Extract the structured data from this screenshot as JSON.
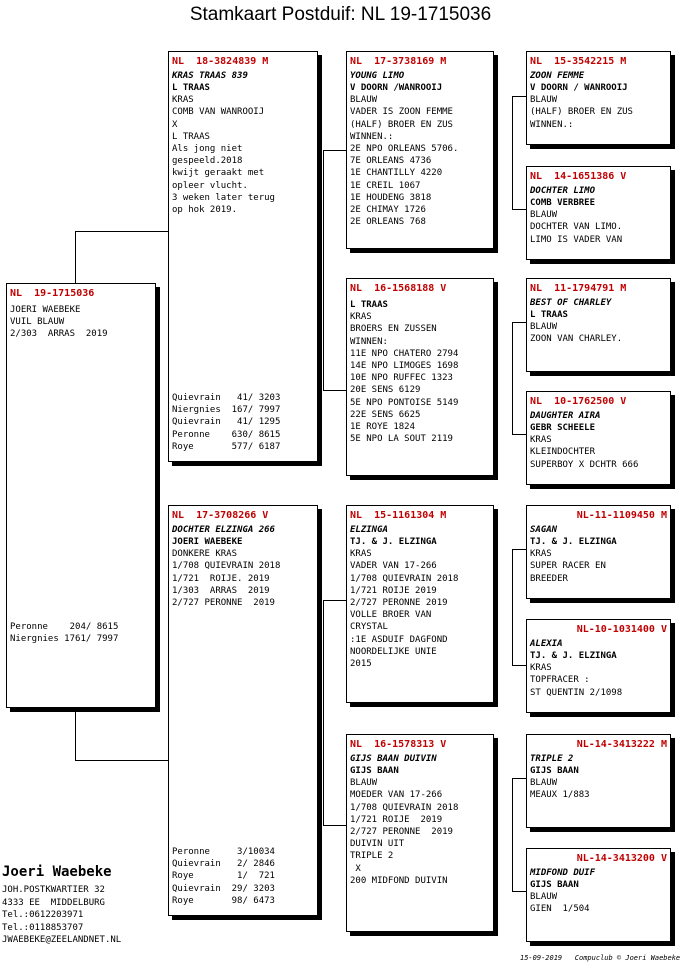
{
  "title": "Stamkaart Postduif: NL  19-1715036",
  "subject": {
    "ring": "NL  19-1715036",
    "lines": [
      "",
      "JOERI WAEBEKE",
      "VUIL BLAUW",
      "",
      "2/303  ARRAS  2019"
    ],
    "results": [
      "Peronne    204/ 8615",
      "Niergnies 1761/ 7997"
    ]
  },
  "sire": {
    "ring": "NL  18-3824839 M",
    "name": "KRAS TRAAS 839",
    "lines": [
      "L TRAAS",
      "KRAS",
      "COMB VAN WANROOIJ",
      "X",
      "L TRAAS",
      "",
      "Als jong niet",
      "gespeeld.2018",
      "",
      "kwijt geraakt met",
      "opleer vlucht.",
      "3 weken later terug",
      "op hok 2019."
    ],
    "results": [
      "Quievrain   41/ 3203",
      "Niergnies  167/ 7997",
      "Quievrain   41/ 1295",
      "Peronne    630/ 8615",
      "Roye       577/ 6187"
    ]
  },
  "dam": {
    "ring": "NL  17-3708266 V",
    "name": "DOCHTER ELZINGA 266",
    "lines": [
      "JOERI WAEBEKE",
      "DONKERE KRAS",
      "",
      "1/708 QUIEVRAIN 2018",
      "1/721  ROIJE. 2019",
      "1/303  ARRAS  2019",
      "2/727 PERONNE  2019"
    ],
    "results": [
      "Peronne     3/10034",
      "Quievrain   2/ 2846",
      "Roye        1/  721",
      "Quievrain  29/ 3203",
      "Roye       98/ 6473"
    ]
  },
  "ss": {
    "ring": "NL  17-3738169 M",
    "name": "YOUNG LIMO",
    "lines": [
      "V DOORN /WANROOIJ",
      "BLAUW",
      "VADER IS ZOON FEMME",
      "(HALF) BROER EN ZUS",
      "WINNEN.:",
      "2E NPO ORLEANS 5706.",
      "7E ORLEANS 4736",
      "1E CHANTILLY 4220",
      "1E CREIL 1067",
      "1E HOUDENG 3818",
      "2E CHIMAY 1726",
      "2E ORLEANS 768"
    ]
  },
  "sd": {
    "ring": "NL  16-1568188 V",
    "name": "",
    "lines": [
      "L TRAAS",
      "KRAS",
      "BROERS EN ZUSSEN",
      "WINNEN:",
      "11E NPO CHATERO 2794",
      "14E NPO LIMOGES 1698",
      "10E NPO RUFFEC 1323",
      "20E SENS 6129",
      "5E NPO PONTOISE 5149",
      "22E SENS 6625",
      "1E ROYE 1824",
      "5E NPO LA SOUT 2119"
    ]
  },
  "ds": {
    "ring": "NL  15-1161304 M",
    "name": "ELZINGA",
    "lines": [
      "TJ. & J. ELZINGA",
      "KRAS",
      "VADER VAN 17-266",
      "1/708 QUIEVRAIN 2018",
      "1/721 ROIJE 2019",
      "2/727 PERONNE 2019",
      "",
      "VOLLE BROER VAN",
      "CRYSTAL",
      ":1E ASDUIF DAGFOND",
      "NOORDELIJKE UNIE",
      "2015"
    ]
  },
  "dd": {
    "ring": "NL  16-1578313 V",
    "name": "GIJS BAAN DUIVIN",
    "lines": [
      "GIJS BAAN",
      "BLAUW",
      "MOEDER VAN 17-266",
      "1/708 QUIEVRAIN 2018",
      "1/721 ROIJE  2019",
      "2/727 PERONNE  2019",
      "",
      "DUIVIN UIT",
      "",
      "TRIPLE 2",
      " X",
      "200 MIDFOND DUIVIN"
    ]
  },
  "sss": {
    "ring": "NL  15-3542215 M",
    "name": "ZOON FEMME",
    "lines": [
      "V DOORN / WANROOIJ",
      "BLAUW",
      "(HALF) BROER EN ZUS",
      "WINNEN.:"
    ]
  },
  "ssd": {
    "ring": "NL  14-1651386 V",
    "name": "DOCHTER LIMO",
    "lines": [
      "COMB VERBREE",
      "BLAUW",
      "DOCHTER VAN LIMO.",
      "LIMO IS VADER VAN"
    ]
  },
  "sds": {
    "ring": "NL  11-1794791 M",
    "name": "BEST OF CHARLEY",
    "lines": [
      "L TRAAS",
      "BLAUW",
      "ZOON VAN CHARLEY."
    ]
  },
  "sdd": {
    "ring": "NL  10-1762500 V",
    "name": "DAUGHTER AIRA",
    "lines": [
      "GEBR SCHEELE",
      "KRAS",
      "KLEINDOCHTER",
      "SUPERBOY X DCHTR 666"
    ]
  },
  "dss": {
    "ring": "NL-11-1109450 M",
    "name": "SAGAN",
    "lines": [
      "TJ. & J. ELZINGA",
      "KRAS",
      "SUPER RACER EN",
      "BREEDER"
    ]
  },
  "dsd": {
    "ring": "NL-10-1031400 V",
    "name": "ALEXIA",
    "lines": [
      "TJ. & J. ELZINGA",
      "KRAS",
      "TOPFRACER :",
      "ST QUENTIN 2/1098"
    ]
  },
  "dds": {
    "ring": "NL-14-3413222 M",
    "name": "TRIPLE 2",
    "lines": [
      "GIJS BAAN",
      "BLAUW",
      "",
      "MEAUX 1/883"
    ]
  },
  "ddd": {
    "ring": "NL-14-3413200 V",
    "name": "MIDFOND DUIF",
    "lines": [
      "GIJS BAAN",
      "BLAUW",
      "",
      "GIEN  1/504"
    ]
  },
  "owner": {
    "name": "Joeri Waebeke",
    "lines": [
      "JOH.POSTKWARTIER 32",
      "4333 EE  MIDDELBURG",
      "Tel.:0612203971",
      "Tel.:0118853707",
      "JWAEBEKE@ZEELANDNET.NL"
    ]
  },
  "footer": "15-09-2019   Compuclub © Joeri Waebeke"
}
